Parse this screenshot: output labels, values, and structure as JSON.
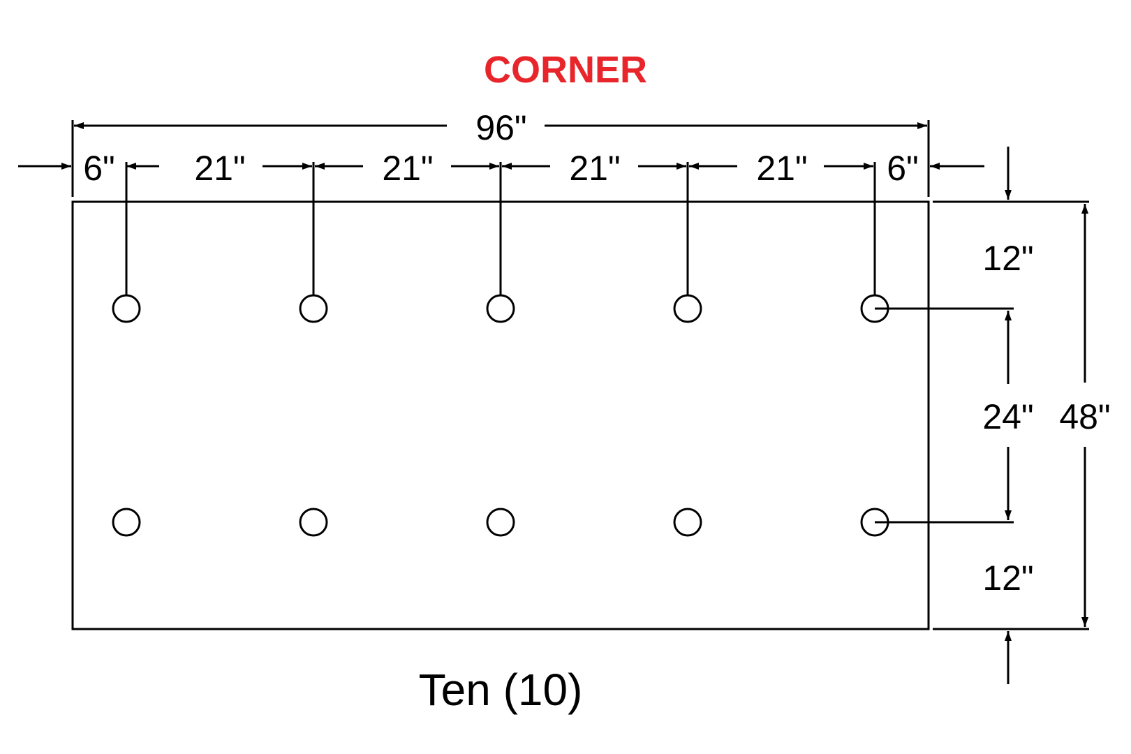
{
  "title": "CORNER",
  "title_color": "#e8252a",
  "line_color": "#000000",
  "overall_width_label": "96\"",
  "horizontal_dims": [
    "6\"",
    "21\"",
    "21\"",
    "21\"",
    "21\"",
    "6\""
  ],
  "vertical_dims": {
    "top": "12\"",
    "middle": "24\"",
    "bottom": "12\"",
    "overall": "48\""
  },
  "hole_count_label": "Ten (10)",
  "hole_grid": {
    "columns": 5,
    "rows": 2
  }
}
